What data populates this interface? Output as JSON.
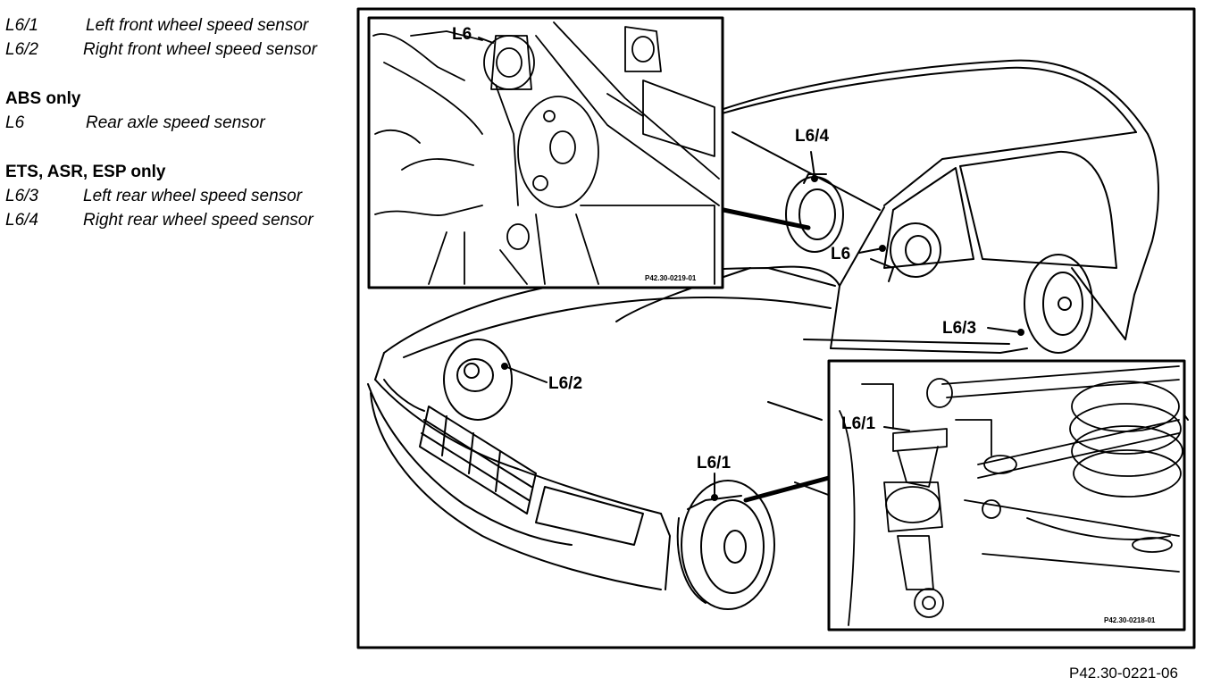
{
  "legend": {
    "general": [
      {
        "code": "L6/1",
        "desc": "Left front wheel speed sensor"
      },
      {
        "code": "L6/2",
        "desc": "Right front wheel speed sensor"
      }
    ],
    "abs": {
      "heading": "ABS only",
      "items": [
        {
          "code": "L6",
          "desc": "Rear axle speed sensor"
        }
      ]
    },
    "ets": {
      "heading": "ETS, ASR, ESP only",
      "items": [
        {
          "code": "L6/3",
          "desc": "Left rear wheel speed sensor"
        },
        {
          "code": "L6/4",
          "desc": "Right rear wheel speed sensor"
        }
      ]
    }
  },
  "callouts": {
    "l6_inset": "L6",
    "l6_4": "L6/4",
    "l6_car": "L6",
    "l6_3": "L6/3",
    "l6_2": "L6/2",
    "l6_1_car": "L6/1",
    "l6_1_inset": "L6/1"
  },
  "inset_codes": {
    "top": "P42.30-0219-01",
    "bottom": "P42.30-0218-01"
  },
  "figure_ref": "P42.30-0221-06"
}
